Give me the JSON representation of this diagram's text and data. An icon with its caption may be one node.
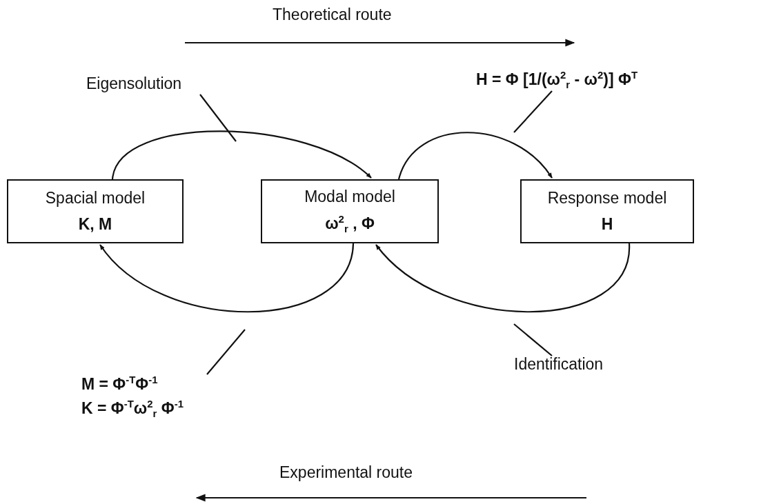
{
  "diagram": {
    "nodes": [
      {
        "text": [
          "Spacial model",
          "K, M"
        ]
      },
      {
        "text": [
          "Modal model",
          "ω$^{2}$$_{r}$ , Φ"
        ]
      },
      {
        "text": [
          "Response model",
          "H"
        ]
      },
      {
        "text": [
          "Eigensolution"
        ]
      },
      {
        "text": [
          "H = Φ [1/(ω$^{2}$$_{r}$ - ω$^{2}$)] Φ$^{T}$"
        ]
      },
      {
        "text": [
          "M = Φ$^{-T}$Φ$^{-1}$",
          "K = Φ$^{-T}$ω$^{2}$$_{r}$ Φ$^{-1}$"
        ]
      },
      {
        "text": [
          "Identification"
        ]
      }
    ],
    "edges": [
      {
        "from": 0,
        "to": 1,
        "arrow": "to"
      },
      {
        "from": 1,
        "to": 2,
        "arrow": "to"
      },
      {
        "from": 1,
        "to": 0,
        "arrow": "to"
      },
      {
        "from": 2,
        "to": 1,
        "arrow": "to"
      },
      {
        "from": 3,
        "to": null,
        "arrow": "none"
      },
      {
        "from": 4,
        "to": null,
        "arrow": "none"
      },
      {
        "from": 5,
        "to": null,
        "arrow": "none"
      },
      {
        "from": 6,
        "to": null,
        "arrow": "none"
      }
    ],
    "labels": [
      "Theoretical route",
      "Experimental route"
    ]
  }
}
